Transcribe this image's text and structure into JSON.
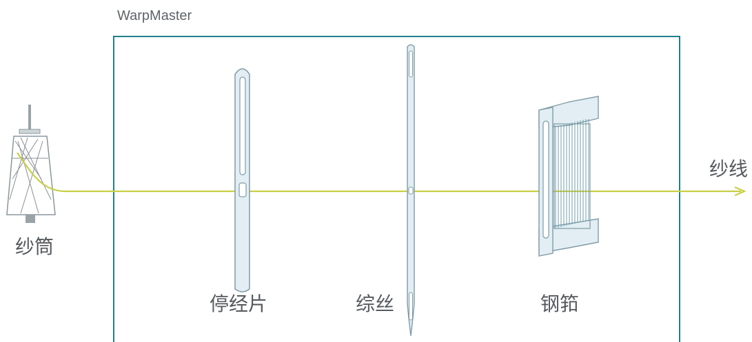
{
  "title": "WarpMaster",
  "labels": {
    "bobbin": "纱筒",
    "drop_wire": "停经片",
    "heddle": "综丝",
    "reed": "钢筘",
    "yarn": "纱线"
  },
  "colors": {
    "frame": "#1e7f8a",
    "yarn": "#c8cf45",
    "part_fill": "#e2eef3",
    "part_stroke": "#7f9ba6",
    "text": "#555a5e"
  }
}
